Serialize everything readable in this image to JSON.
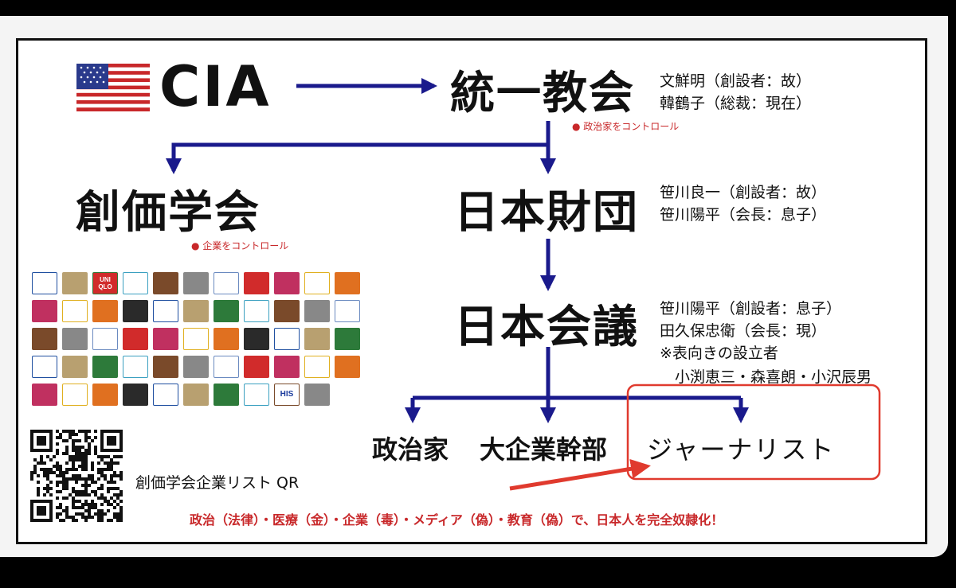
{
  "top": {
    "cia": "CIA"
  },
  "unification": {
    "name": "統一教会",
    "side": [
      "文鮮明（創設者：故）",
      "韓鶴子（総裁：現在）"
    ],
    "note": "政治家をコントロール"
  },
  "soka": {
    "name": "創価学会",
    "note": "企業をコントロール"
  },
  "nippon_foundation": {
    "name": "日本財団",
    "side": [
      "笹川良一（創設者：故）",
      "笹川陽平（会長：息子）"
    ]
  },
  "nippon_kaigi": {
    "name": "日本会議",
    "side": [
      "笹川陽平（創設者：息子）",
      "田久保忠衛（会長：現）",
      "※表向きの設立者",
      "　小渕恵三・森喜朗・小沢辰男"
    ]
  },
  "targets": [
    "政治家",
    "大企業幹部",
    "ジャーナリスト"
  ],
  "qr_label": "創価学会企業リスト QR",
  "logos": {
    "row1": [
      "",
      "",
      "UNI QLO",
      "",
      "",
      "",
      "",
      "",
      "",
      "",
      ""
    ],
    "row5": [
      "",
      "",
      "",
      "",
      "",
      "",
      "",
      "",
      "HIS",
      ""
    ]
  },
  "bottom_slogan": "政治（法律）・医療（金）・企業（毒）・メディア（偽）・教育（偽）で、日本人を完全奴隷化！",
  "colors": {
    "arrow": "#1a1a8c",
    "red": "#c8282a",
    "highlight": "#e03a2e"
  }
}
